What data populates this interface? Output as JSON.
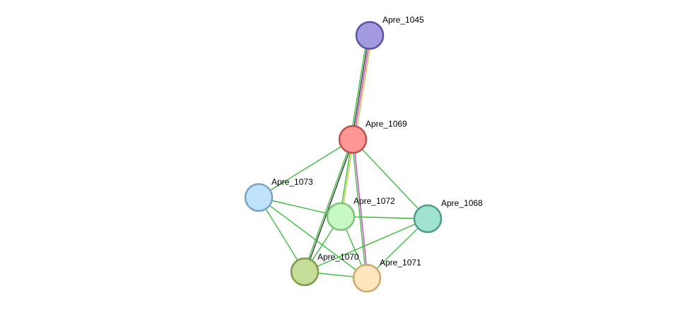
{
  "colors": {
    "green": "#3dbd3d",
    "black": "#333333",
    "magenta": "#c83cc8",
    "yellow": "#c8c83c",
    "dark_green": "#2e8b2e"
  },
  "nodes": [
    {
      "id": "apre1045",
      "label": "Apre_1045",
      "fill": "#a39be0",
      "stroke": "#5a52a8"
    },
    {
      "id": "apre1069",
      "label": "Apre_1069",
      "fill": "#ff9696",
      "stroke": "#c05050"
    },
    {
      "id": "apre1073",
      "label": "Apre_1073",
      "fill": "#bfe3fb",
      "stroke": "#7aa3c4"
    },
    {
      "id": "apre1072",
      "label": "Apre_1072",
      "fill": "#c7f9c4",
      "stroke": "#7cc47a"
    },
    {
      "id": "apre1068",
      "label": "Apre_1068",
      "fill": "#9fe3d0",
      "stroke": "#4f9c88"
    },
    {
      "id": "apre1070",
      "label": "Apre_1070",
      "fill": "#c6dd98",
      "stroke": "#7f9a4e"
    },
    {
      "id": "apre1071",
      "label": "Apre_1071",
      "fill": "#fde6bd",
      "stroke": "#c8aa6e"
    }
  ],
  "edges": [
    {
      "source": "apre1045",
      "target": "apre1069",
      "types": [
        "yellow",
        "magenta",
        "black",
        "green"
      ]
    },
    {
      "source": "apre1069",
      "target": "apre1073",
      "types": [
        "green"
      ]
    },
    {
      "source": "apre1069",
      "target": "apre1072",
      "types": [
        "yellow",
        "green"
      ]
    },
    {
      "source": "apre1069",
      "target": "apre1068",
      "types": [
        "green"
      ]
    },
    {
      "source": "apre1069",
      "target": "apre1070",
      "types": [
        "black",
        "green"
      ]
    },
    {
      "source": "apre1069",
      "target": "apre1071",
      "types": [
        "magenta",
        "green"
      ]
    },
    {
      "source": "apre1073",
      "target": "apre1072",
      "types": [
        "green"
      ]
    },
    {
      "source": "apre1073",
      "target": "apre1070",
      "types": [
        "green"
      ]
    },
    {
      "source": "apre1073",
      "target": "apre1071",
      "types": [
        "green"
      ]
    },
    {
      "source": "apre1072",
      "target": "apre1068",
      "types": [
        "green"
      ]
    },
    {
      "source": "apre1072",
      "target": "apre1070",
      "types": [
        "green"
      ]
    },
    {
      "source": "apre1072",
      "target": "apre1071",
      "types": [
        "green"
      ]
    },
    {
      "source": "apre1068",
      "target": "apre1070",
      "types": [
        "green"
      ]
    },
    {
      "source": "apre1068",
      "target": "apre1071",
      "types": [
        "green"
      ]
    },
    {
      "source": "apre1070",
      "target": "apre1071",
      "types": [
        "green"
      ]
    }
  ]
}
